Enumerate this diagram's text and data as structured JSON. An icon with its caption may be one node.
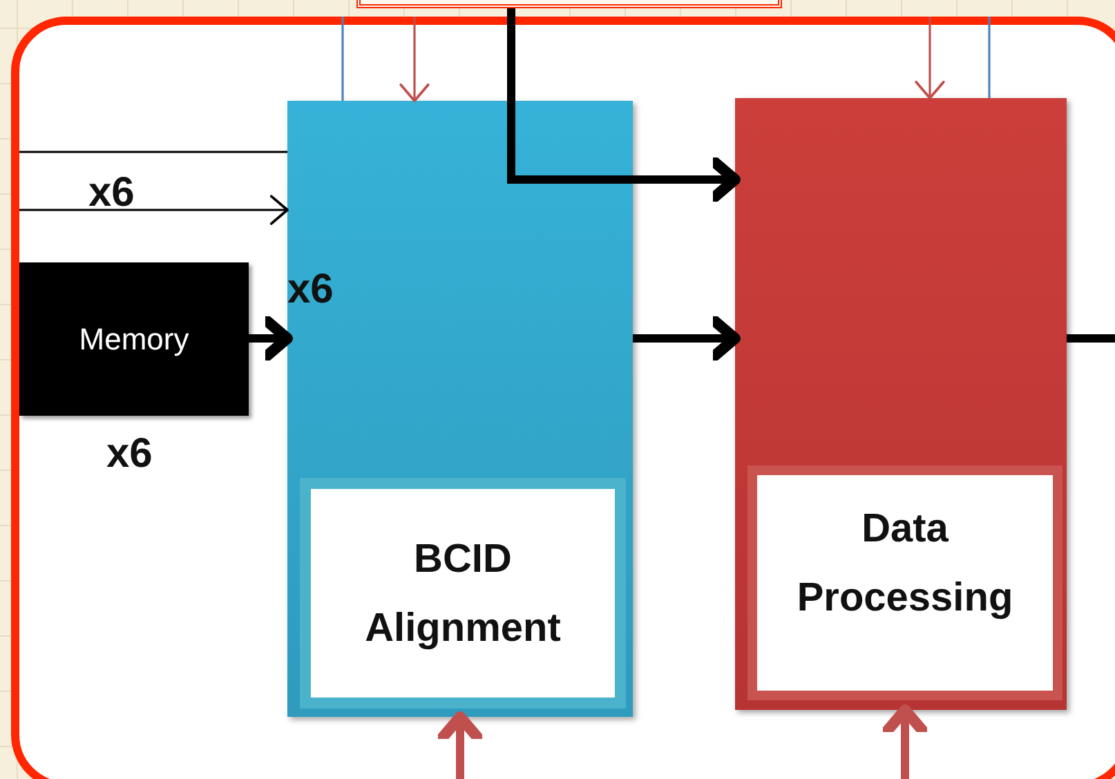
{
  "diagram": {
    "nodes": [
      {
        "text": [],
        "shape": "box"
      },
      {
        "text": [],
        "shape": "box"
      },
      {
        "text": [
          "Memory"
        ],
        "in": 0,
        "beside": [
          "x6"
        ]
      },
      {
        "text": [],
        "shape": "box",
        "in": 0
      },
      {
        "text": [
          "BCID Alignment"
        ],
        "in": 3
      },
      {
        "text": [],
        "shape": "box",
        "in": 0
      },
      {
        "text": [
          "Data Processing"
        ],
        "in": 5
      }
    ],
    "edges": [
      {
        "from": 2,
        "to": 3,
        "arrow": "to",
        "style": "thick"
      },
      {
        "from": 3,
        "to": 5,
        "arrow": "to",
        "style": "thick"
      },
      {
        "from": 1,
        "to": 5,
        "arrow": "to",
        "style": "thick"
      },
      {
        "from": 5,
        "to": null,
        "arrow": "none",
        "style": "thick"
      },
      {
        "from": null,
        "to": 3,
        "arrow": "none"
      },
      {
        "from": null,
        "to": 3,
        "arrow": "to"
      },
      {
        "from": null,
        "to": 3,
        "arrow": "to",
        "color": "#c0504d"
      },
      {
        "from": null,
        "to": 5,
        "arrow": "to",
        "color": "#c0504d"
      },
      {
        "from": null,
        "to": 3,
        "arrow": "none",
        "color": "#4f81bd"
      },
      {
        "from": null,
        "to": 5,
        "arrow": "none",
        "color": "#4f81bd"
      },
      {
        "from": null,
        "to": 3,
        "arrow": "to",
        "style": "thick",
        "color": "#c0504d"
      },
      {
        "from": null,
        "to": 5,
        "arrow": "to",
        "style": "thick",
        "color": "#c0504d"
      }
    ],
    "labels": [
      "x6",
      "x6"
    ]
  }
}
